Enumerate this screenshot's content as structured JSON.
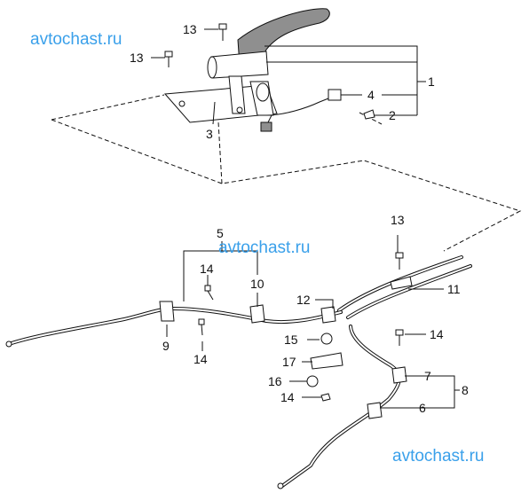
{
  "watermarks": [
    "avtochast.ru",
    "avtochast.ru",
    "avtochast.ru"
  ],
  "callouts": {
    "c1": "1",
    "c2": "2",
    "c3": "3",
    "c4": "4",
    "c5": "5",
    "c6": "6",
    "c7": "7",
    "c8": "8",
    "c9": "9",
    "c10": "10",
    "c11": "11",
    "c12": "12",
    "c13a": "13",
    "c13b": "13",
    "c13c": "13",
    "c14a": "14",
    "c14b": "14",
    "c14c": "14",
    "c14d": "14",
    "c15": "15",
    "c16": "16",
    "c17": "17"
  },
  "colors": {
    "watermark": "#3aa0ea",
    "line": "#111111",
    "grip": "#8f8f8f"
  }
}
